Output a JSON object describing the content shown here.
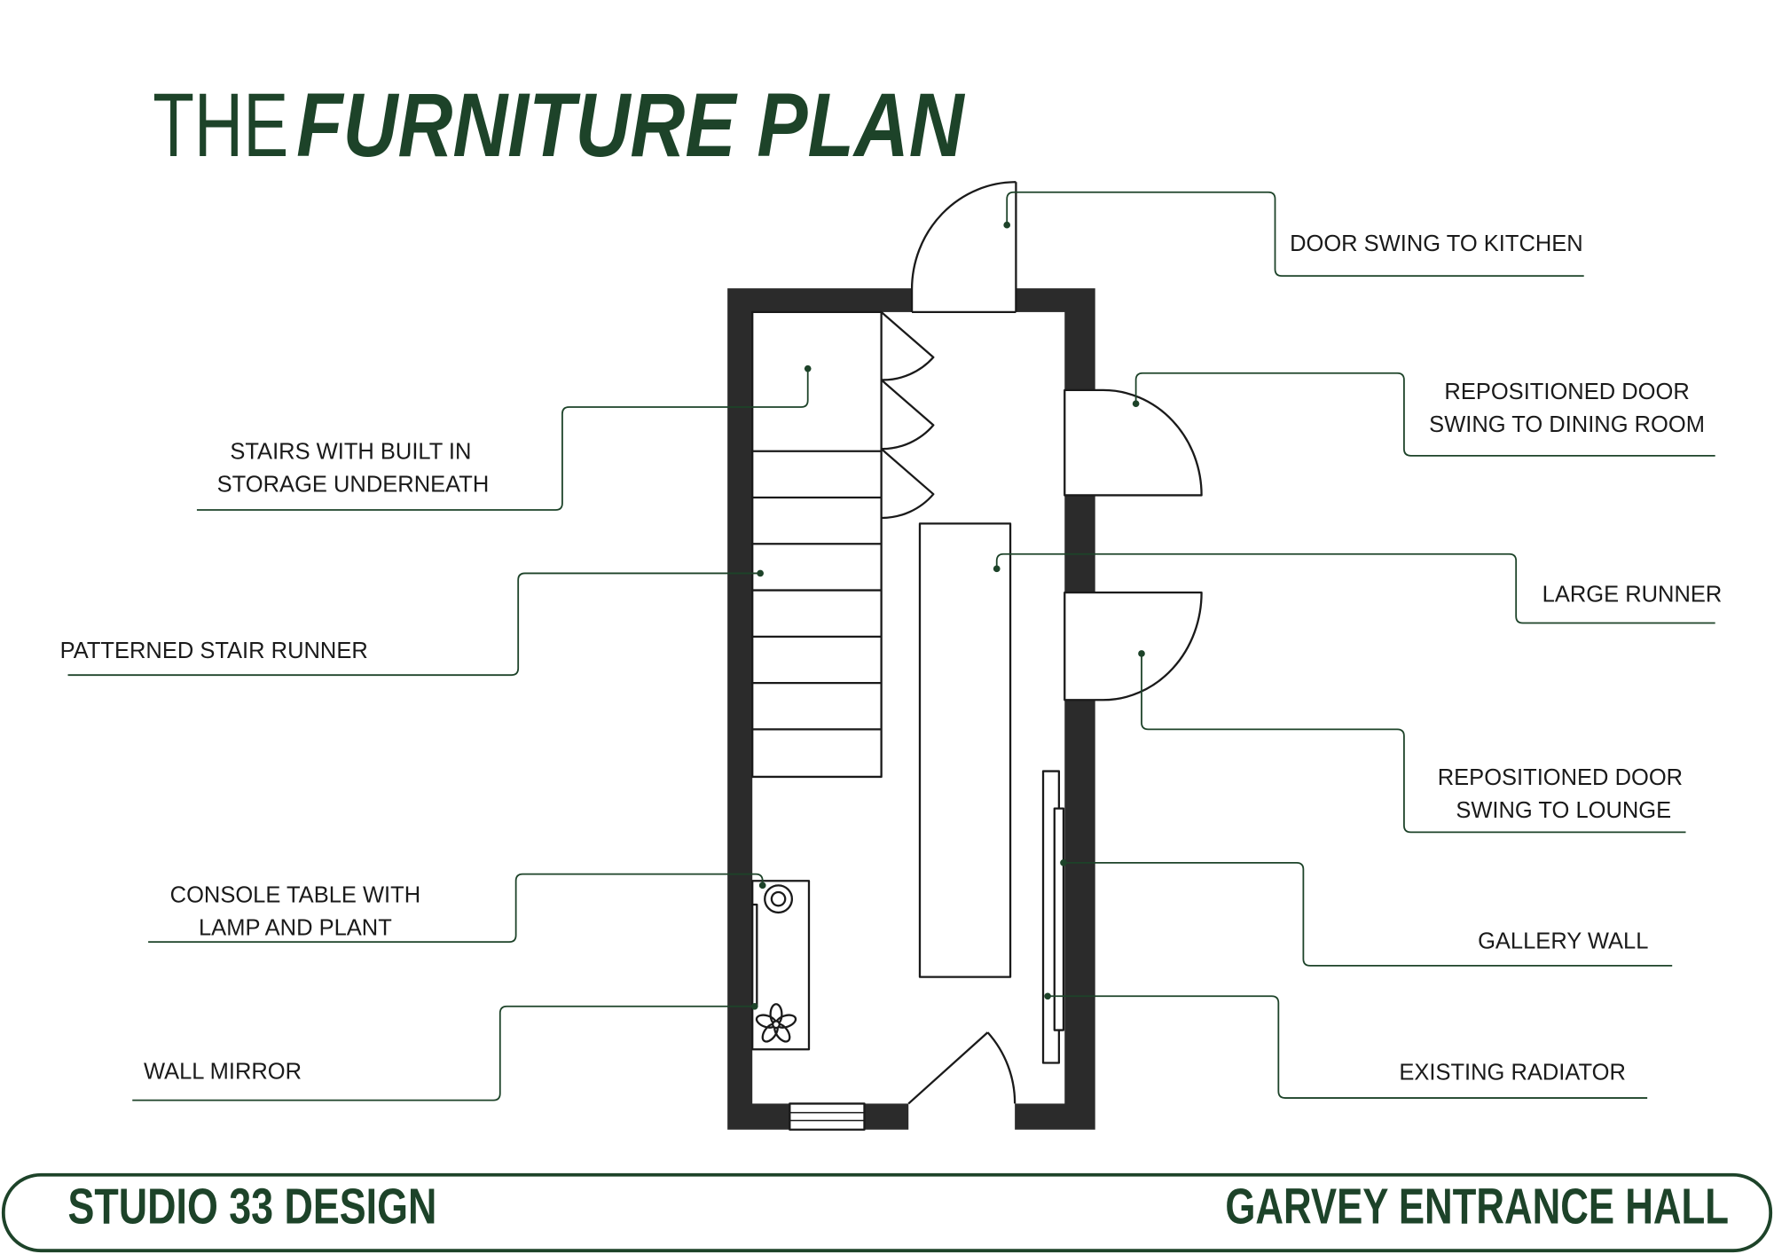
{
  "title": {
    "prefix": "THE",
    "main": "FURNITURE PLAN"
  },
  "labels": {
    "door_kitchen": "DOOR SWING TO KITCHEN",
    "door_dining": [
      "REPOSITIONED DOOR",
      "SWING TO DINING ROOM"
    ],
    "large_runner": "LARGE RUNNER",
    "door_lounge": [
      "REPOSITIONED DOOR",
      "SWING TO LOUNGE"
    ],
    "gallery_wall": "GALLERY WALL",
    "radiator": "EXISTING RADIATOR",
    "stairs": [
      "STAIRS WITH BUILT IN",
      "STORAGE UNDERNEATH"
    ],
    "stair_runner": "PATTERNED STAIR RUNNER",
    "console": [
      "CONSOLE TABLE WITH",
      "LAMP AND PLANT"
    ],
    "mirror": "WALL MIRROR"
  },
  "footer": {
    "studio": "STUDIO 33 DESIGN",
    "project": "GARVEY ENTRANCE HALL"
  },
  "symbols": {
    "lamp": "lamp-icon",
    "plant": "plant-icon"
  },
  "colors": {
    "accent": "#1d4329",
    "wall": "#2b2b2b",
    "ink": "#1a1a1a",
    "background": "#ffffff"
  }
}
